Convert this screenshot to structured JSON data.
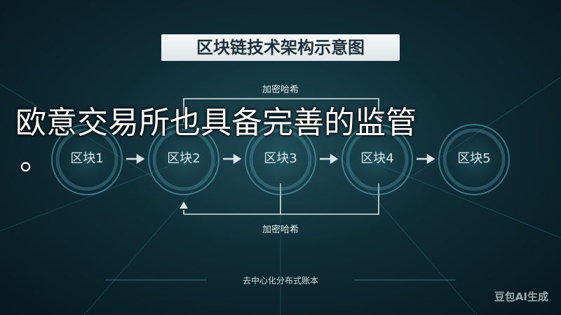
{
  "diagram": {
    "title": "区块链技术架构示意图",
    "top_label": "加密哈希",
    "bottom_label": "加密哈希",
    "blocks": [
      "区块1",
      "区块2",
      "区块3",
      "区块4",
      "区块5"
    ],
    "footer": "去中心化分布式账本"
  },
  "overlay": {
    "line1": "欧意交易所也具备完善的监管",
    "line2": "。"
  },
  "watermark": "豆包AI生成",
  "colors": {
    "background": "#0f2c36",
    "ring": "#5fb7c7",
    "arrow": "#d8e6ea",
    "title_bg": "#eef3f5",
    "title_text": "#1d2f3a"
  }
}
